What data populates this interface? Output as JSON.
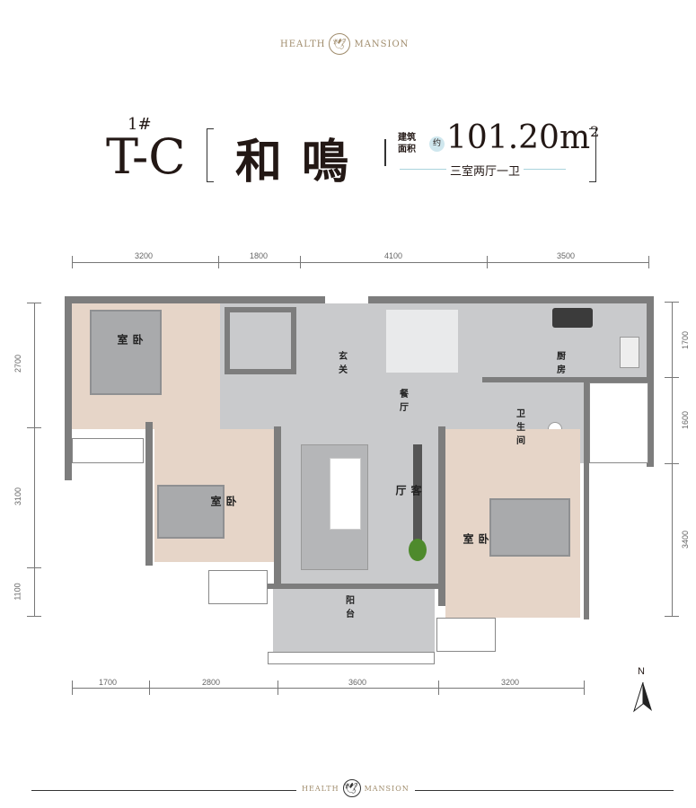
{
  "brand": {
    "left": "HEALTH",
    "right": "MANSION"
  },
  "header": {
    "building": "1#",
    "unit": "T-C",
    "name": "和鳴",
    "area_label_1": "建筑",
    "area_label_2": "面积",
    "approx": "约",
    "area": "101.20m",
    "area_sup": "2",
    "layout": "三室两厅一卫"
  },
  "dimensions": {
    "top": [
      "3200",
      "1800",
      "4100",
      "3500"
    ],
    "bottom": [
      "1700",
      "2800",
      "3600",
      "3200"
    ],
    "left": [
      "2700",
      "3100",
      "1100"
    ],
    "right": [
      "1700",
      "1600",
      "3400"
    ]
  },
  "rooms": {
    "bedroom_1": "卧室",
    "bedroom_2": "卧室",
    "bedroom_3": "卧室",
    "foyer": "玄关",
    "dining": "餐厅",
    "kitchen": "厨房",
    "bathroom": "卫生间",
    "living": "客厅",
    "balcony": "阳台"
  },
  "compass": {
    "north": "N"
  },
  "colors": {
    "wood": "#e6d5c8",
    "stone": "#c9cacc",
    "wall": "#7d7d7d",
    "gold": "#a08c6c"
  }
}
